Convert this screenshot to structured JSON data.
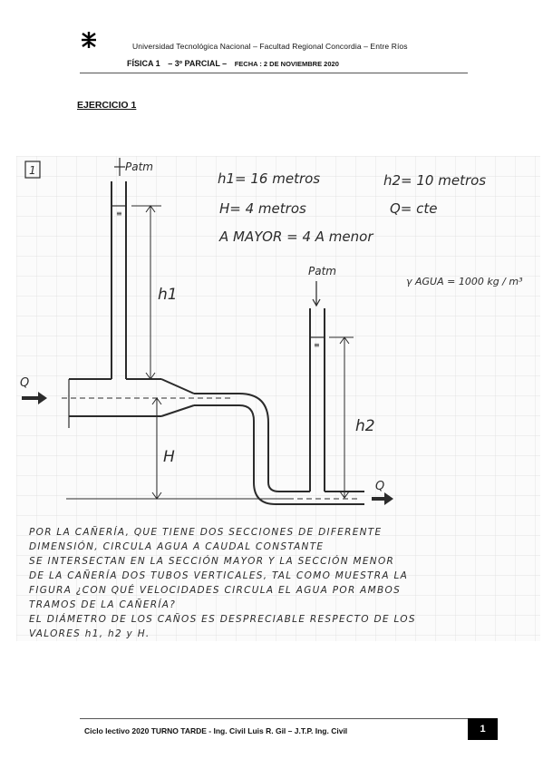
{
  "header": {
    "university": "Universidad Tecnológica Nacional – Facultad Regional Concordia – Entre Ríos",
    "subject": "FÍSICA 1",
    "exam": "– 3º PARCIAL –",
    "date_label": "FECHA : 2 DE NOVIEMBRE 2020"
  },
  "exercise": {
    "title": "EJERCICIO 1"
  },
  "figure": {
    "problem_number": "1",
    "patm_left": "Patm",
    "patm_right": "Patm",
    "data_h1": "h1= 16 metros",
    "data_h2": "h2= 10 metros",
    "data_H": "H= 4 metros",
    "data_Q": "Q= cte",
    "data_area": "A MAYOR = 4 A menor",
    "gamma": "γ AGUA = 1000 kg / m³",
    "label_h1": "h1",
    "label_h2": "h2",
    "label_H": "H",
    "label_Q_in": "Q",
    "label_Q_out": "Q"
  },
  "statement": {
    "lines": [
      "POR LA CAÑERÍA, QUE TIENE DOS SECCIONES DE DIFERENTE",
      "DIMENSIÓN, CIRCULA AGUA A CAUDAL CONSTANTE",
      "SE INTERSECTAN EN LA SECCIÓN MAYOR Y LA SECCIÓN MENOR",
      "DE LA CAÑERÍA DOS TUBOS VERTICALES, TAL COMO MUESTRA LA",
      "FIGURA ¿CON QUÉ VELOCIDADES CIRCULA EL AGUA POR AMBOS",
      "TRAMOS DE LA CAÑERÍA?",
      "EL DIÁMETRO DE LOS CAÑOS ES DESPRECIABLE RESPECTO DE LOS",
      "VALORES h1, h2 y H."
    ]
  },
  "footer": {
    "text": "Ciclo lectivo 2020 TURNO TARDE   - Ing. Civil Luis R. Gil – J.T.P. Ing. Civil",
    "page_number": "1"
  }
}
